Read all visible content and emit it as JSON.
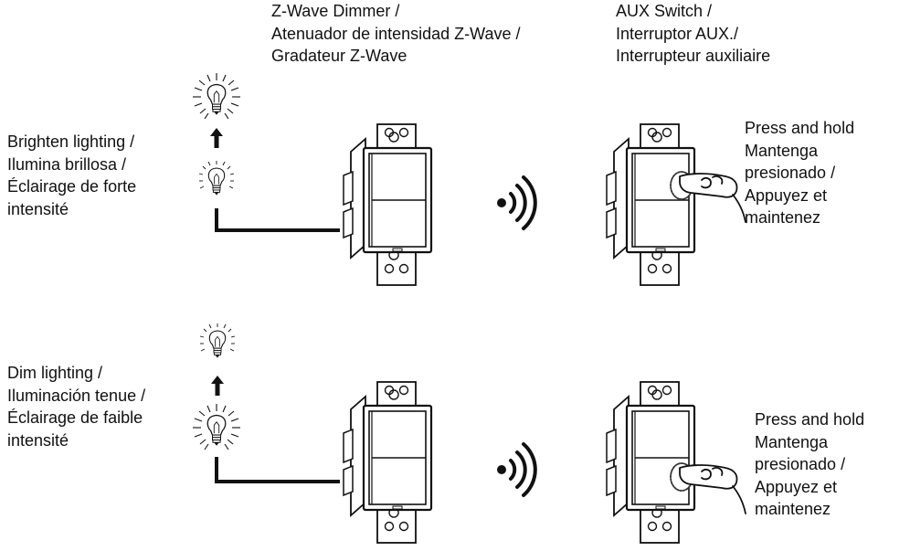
{
  "header": {
    "dimmer_title": [
      "Z-Wave Dimmer /",
      "Atenuador de intensidad Z-Wave /",
      "Gradateur Z-Wave"
    ],
    "aux_title": [
      "AUX Switch /",
      "Interruptor AUX./",
      "Interrupteur auxiliaire"
    ]
  },
  "rows": [
    {
      "action_label": [
        "Brighten lighting /",
        "Ilumina brillosa /",
        "Éclairage de forte",
        "intensité"
      ],
      "press_label": [
        "Press and hold",
        "Mantenga",
        "presionado /",
        "Appuyez et",
        "maintenez"
      ]
    },
    {
      "action_label": [
        "Dim lighting /",
        "Iluminación tenue /",
        "Éclairage de faible",
        "intensité"
      ],
      "press_label": [
        "Press and hold",
        "Mantenga",
        "presionado /",
        "Appuyez et",
        "maintenez"
      ]
    }
  ],
  "colors": {
    "ink": "#111111",
    "background": "#ffffff"
  },
  "icons": [
    "bulb-bright-icon",
    "bulb-dim-icon",
    "arrow-up-icon",
    "wireless-signal-icon",
    "finger-press-icon"
  ]
}
